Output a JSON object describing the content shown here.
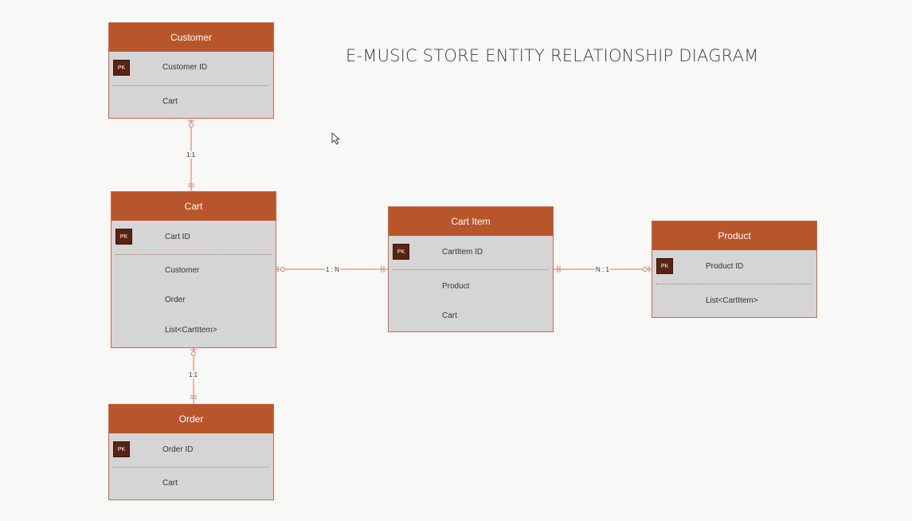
{
  "title": "E-MUSIC STORE ENTITY RELATIONSHIP DIAGRAM",
  "pk_label": "PK",
  "colors": {
    "header": "#b8552b",
    "body": "#d5d5d5",
    "pk_badge": "#5a2412",
    "connector": "#d2785e"
  },
  "entities": {
    "customer": {
      "name": "Customer",
      "pk": "Customer ID",
      "fields": [
        "Cart"
      ]
    },
    "cart": {
      "name": "Cart",
      "pk": "Cart ID",
      "fields": [
        "Customer",
        "Order",
        "List<CartItem>"
      ]
    },
    "order": {
      "name": "Order",
      "pk": "Order ID",
      "fields": [
        "Cart"
      ]
    },
    "cart_item": {
      "name": "Cart Item",
      "pk": "CartItem ID",
      "fields": [
        "Product",
        "Cart"
      ]
    },
    "product": {
      "name": "Product",
      "pk": "Product ID",
      "fields": [
        "List<CartItem>"
      ]
    }
  },
  "relationships": {
    "customer_cart": "1:1",
    "cart_order": "1:1",
    "cart_cartitem": "1 : N",
    "cartitem_product": "N : 1"
  }
}
